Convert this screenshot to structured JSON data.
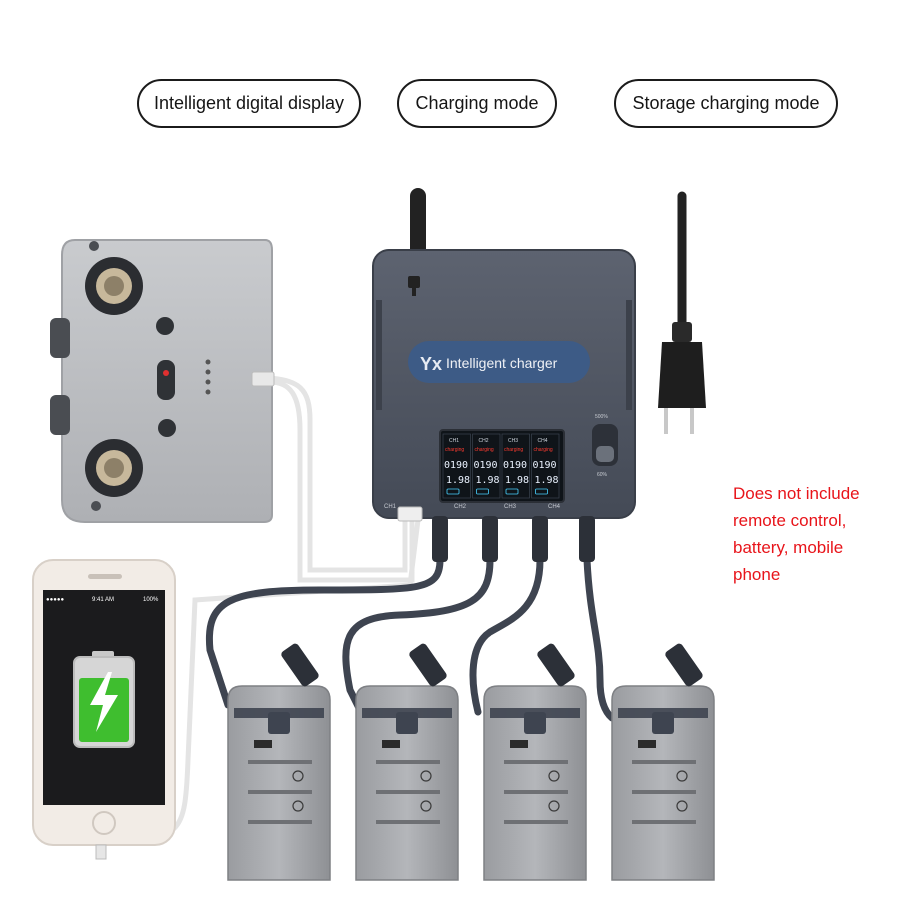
{
  "features": [
    {
      "label": "Intelligent digital display"
    },
    {
      "label": "Charging mode"
    },
    {
      "label": "Storage charging mode"
    }
  ],
  "note": "Does not include\nremote control,\nbattery, mobile\nphone",
  "charger": {
    "logo_text": "Yx",
    "label": "Intelligent charger",
    "switch_top": "500%",
    "switch_bottom": "60%",
    "ports": [
      "CH1",
      "CH2",
      "CH3",
      "CH4"
    ]
  },
  "display": {
    "channels": [
      {
        "name": "CH1",
        "status": "charging",
        "reading1": "0190",
        "reading2": "1.98"
      },
      {
        "name": "CH2",
        "status": "charging",
        "reading1": "0190",
        "reading2": "1.98"
      },
      {
        "name": "CH3",
        "status": "charging",
        "reading1": "0190",
        "reading2": "1.98"
      },
      {
        "name": "CH4",
        "status": "charging",
        "reading1": "0190",
        "reading2": "1.98"
      }
    ]
  },
  "phone": {
    "status_left": "●●●●●",
    "status_time": "9:41 AM",
    "status_battery": "100%",
    "battery_level": 0.8
  },
  "colors": {
    "charger_body": "#4d535f",
    "charger_label": "#3d5b86",
    "battery_body": "#a8aaae",
    "cable": "#3e4450",
    "note_text": "#e8141a",
    "battery_green": "#3fbe2f"
  }
}
